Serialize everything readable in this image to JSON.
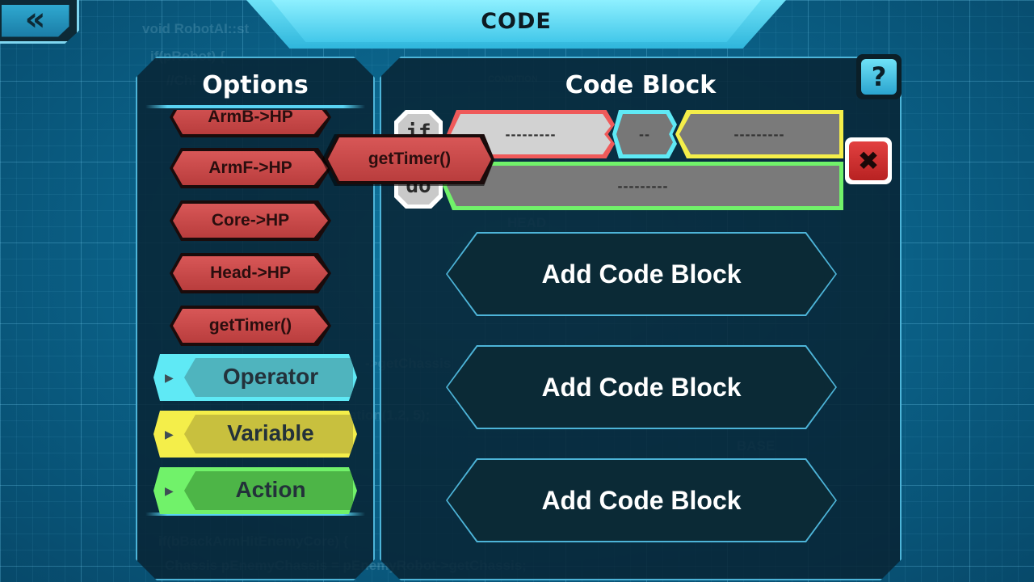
{
  "header": {
    "title": "CODE",
    "back_icon": "double-chevron-left-icon"
  },
  "background_code": [
    "void RobotAI::st",
    "if(pRobot) {",
    "//Chi",
    "if(bBackArmHitEnemyCore) {",
    "Chassis pEnemyChassis = pEnemyRobot->getChassis;",
    "->getChassis",
    "ation(1.2, 5);",
    "CONDITION",
    "HEAD",
    "BASE"
  ],
  "options": {
    "title": "Options",
    "items": [
      {
        "label": "ArmB->HP"
      },
      {
        "label": "ArmF->HP"
      },
      {
        "label": "Core->HP"
      },
      {
        "label": "Head->HP"
      },
      {
        "label": "getTimer()"
      }
    ],
    "categories": [
      {
        "label": "Operator",
        "color": "#5fe9f5"
      },
      {
        "label": "Variable",
        "color": "#f4ee4a"
      },
      {
        "label": "Action",
        "color": "#71f26a"
      }
    ]
  },
  "code_block": {
    "title": "Code Block",
    "help_label": "?",
    "if_label": "if",
    "do_label": "do",
    "condition_left": "---------",
    "condition_operator": "--",
    "condition_right": "---------",
    "action": "---------",
    "delete_icon": "close-icon",
    "add_buttons": [
      {
        "label": "Add Code Block"
      },
      {
        "label": "Add Code Block"
      },
      {
        "label": "Add Code Block"
      }
    ]
  },
  "dragging": {
    "label": "getTimer()"
  },
  "colors": {
    "value_red": "#d85757",
    "operator_cyan": "#5fe9f5",
    "variable_yellow": "#f4ee4a",
    "action_green": "#71f26a",
    "panel_border": "#4db4d8"
  }
}
